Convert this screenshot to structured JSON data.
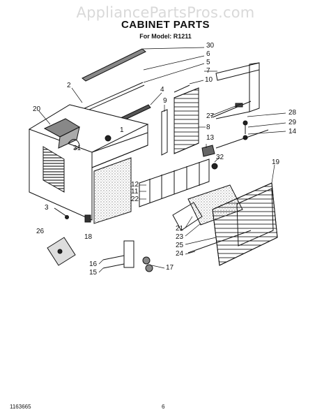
{
  "watermark": "AppliancePartsPros.com",
  "title": "CABINET PARTS",
  "subtitle": "For Model: R1211",
  "footer_left": "1163665",
  "footer_page": "6",
  "callouts": [
    "30",
    "6",
    "5",
    "7",
    "2",
    "4",
    "10",
    "9",
    "20",
    "1",
    "27",
    "28",
    "8",
    "29",
    "14",
    "31",
    "13",
    "32",
    "19",
    "12",
    "11",
    "22",
    "3",
    "21",
    "23",
    "26",
    "18",
    "25",
    "24",
    "16",
    "17",
    "15"
  ]
}
